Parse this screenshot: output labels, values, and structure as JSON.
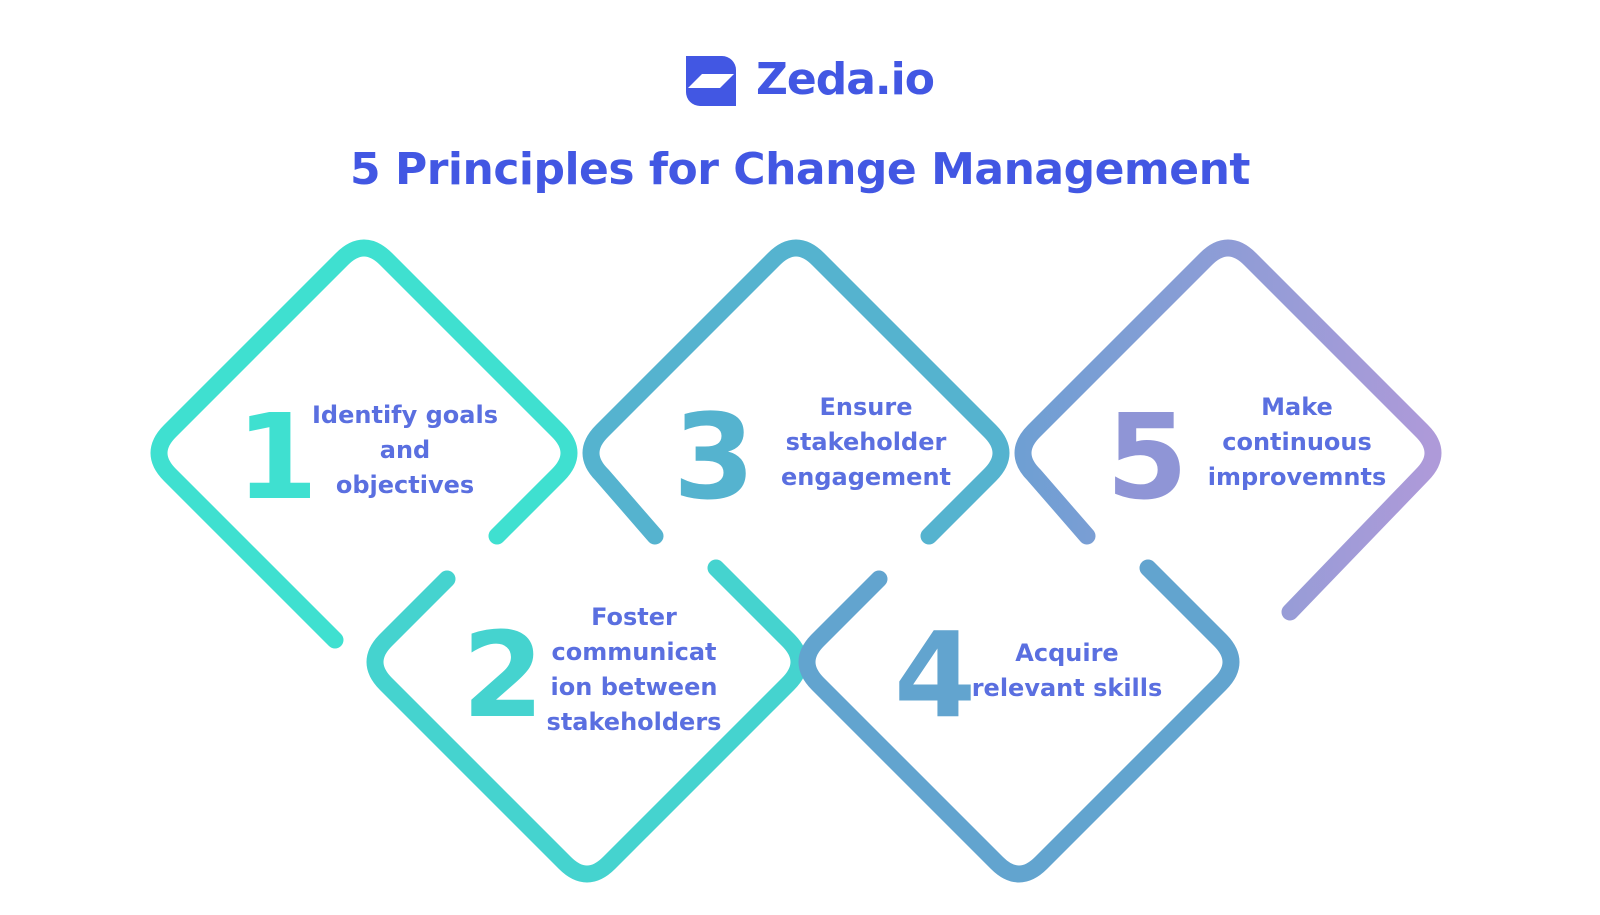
{
  "brand": {
    "name": "Zeda.io",
    "color": "#4257e3"
  },
  "title": "5 Principles for Change Management",
  "title_color": "#4257e3",
  "label_color": "#5a6fe0",
  "principles": [
    {
      "number": "1",
      "text": "Identify goals\nand\nobjectives",
      "color": "#3fe0d0"
    },
    {
      "number": "2",
      "text": "Foster\ncommunicat\nion between\nstakeholders",
      "color": "#45d3cf"
    },
    {
      "number": "3",
      "text": "Ensure\nstakeholder\nengagement",
      "color": "#55b3cf"
    },
    {
      "number": "4",
      "text": "Acquire\nrelevant skills",
      "color": "#62a4cf"
    },
    {
      "number": "5",
      "text": "Make\ncontinuous\nimprovemnts",
      "color": "#8f95d6"
    }
  ]
}
